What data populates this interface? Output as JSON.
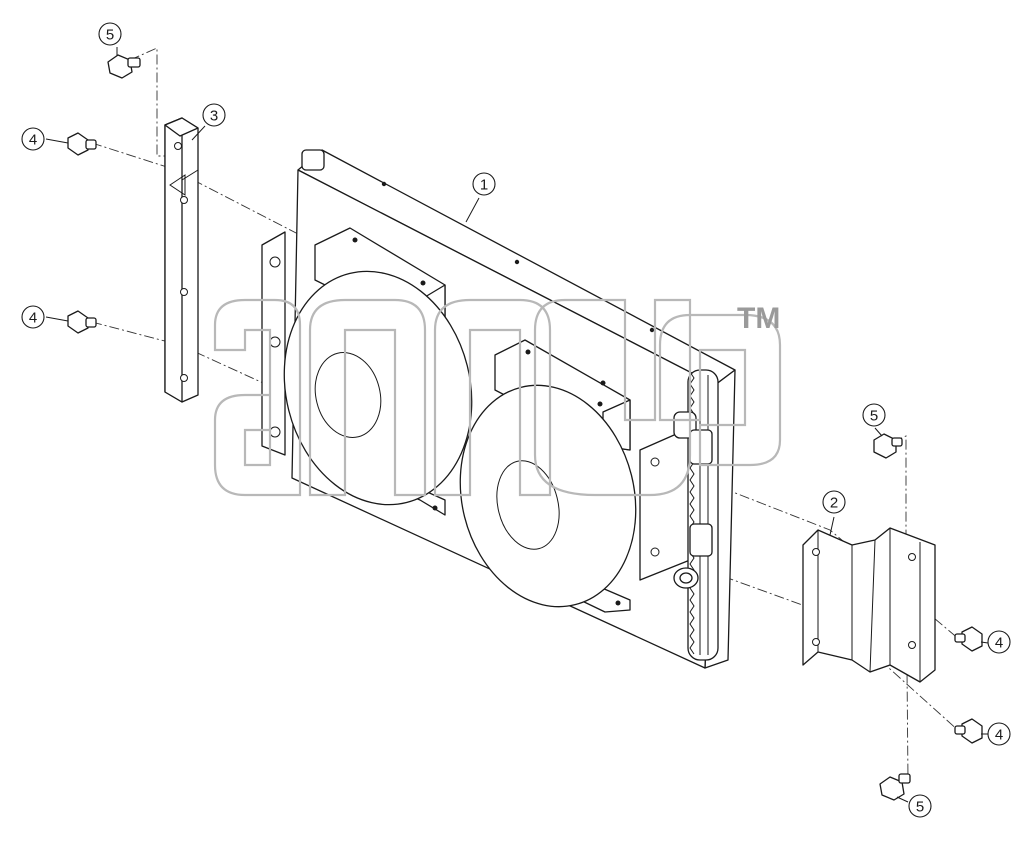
{
  "diagram": {
    "callouts": {
      "radiator": "1",
      "right_bracket": "2",
      "left_bracket": "3",
      "bolt_left_top": "4",
      "bolt_left_bottom": "4",
      "bolt_right_top": "4",
      "bolt_right_bottom": "4",
      "screw_left_top": "5",
      "screw_right_top": "5",
      "screw_right_bottom": "5"
    },
    "watermark": {
      "trademark": "TM"
    }
  }
}
